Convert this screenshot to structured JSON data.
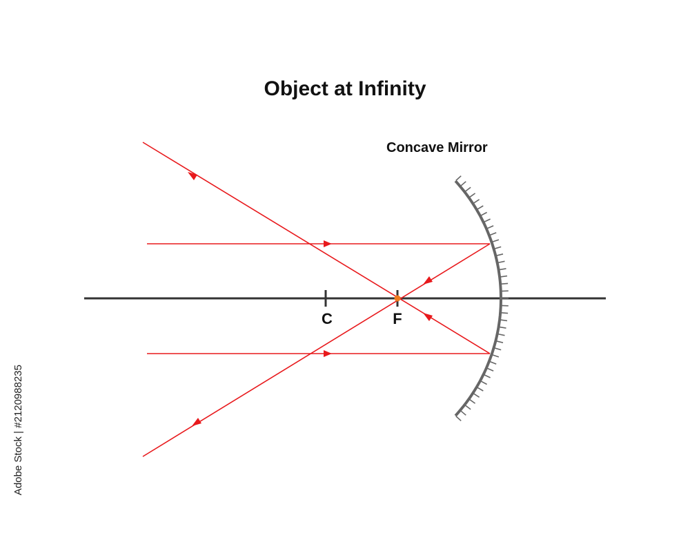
{
  "title": "Object at Infinity",
  "mirror_label": "Concave Mirror",
  "points": {
    "center": "C",
    "focus": "F"
  },
  "stock_id": "Adobe Stock | #2120988235",
  "colors": {
    "ray": "#e8191c",
    "axis": "#333333",
    "mirror": "#666666",
    "focus_dot": "#f07b1d"
  }
}
